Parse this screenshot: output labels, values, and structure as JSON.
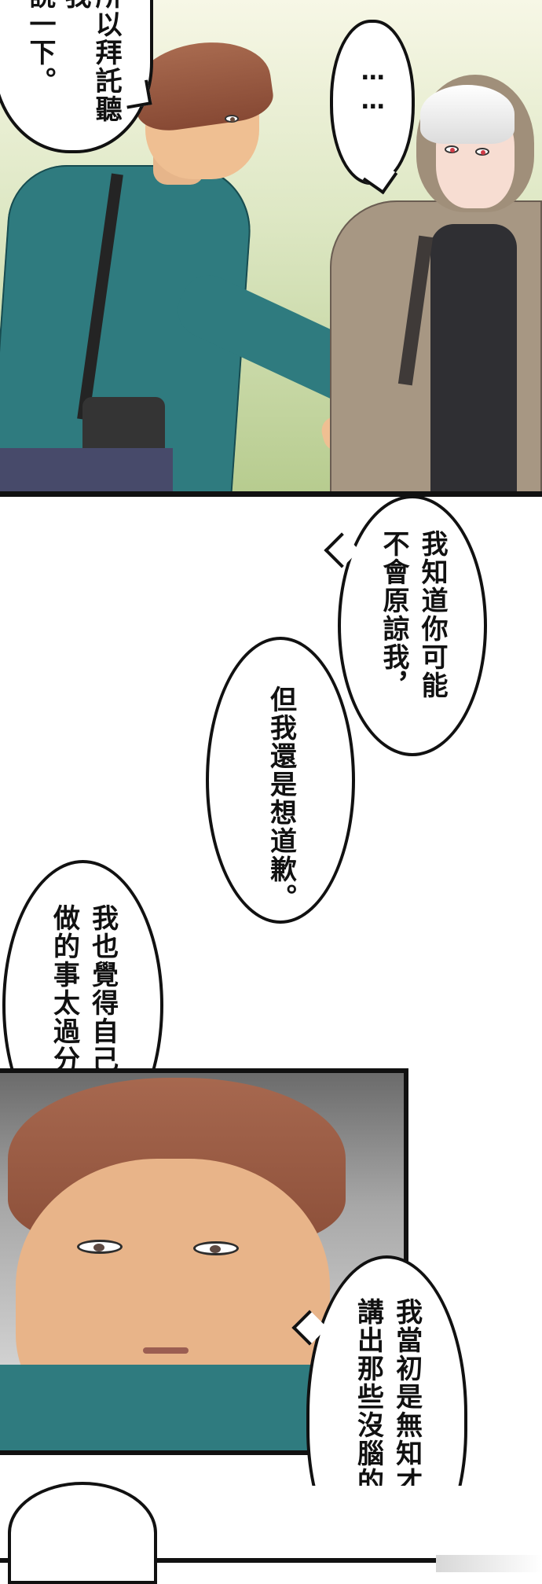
{
  "speech": {
    "top_left": {
      "col1": "所以拜託聽我",
      "col2": "說一下。"
    },
    "ellipsis": {
      "col1": "……"
    },
    "apology_1": {
      "col1": "我知道你可能",
      "col2": "不會原諒我，"
    },
    "apology_2": {
      "col1": "但我還是想道歉。"
    },
    "past": {
      "col1": "我也覺得自己以前",
      "col2": "做的事太過分了。"
    },
    "ignorant": {
      "col1": "我當初是無知才會",
      "col2": "講出那些沒腦的話，"
    }
  }
}
